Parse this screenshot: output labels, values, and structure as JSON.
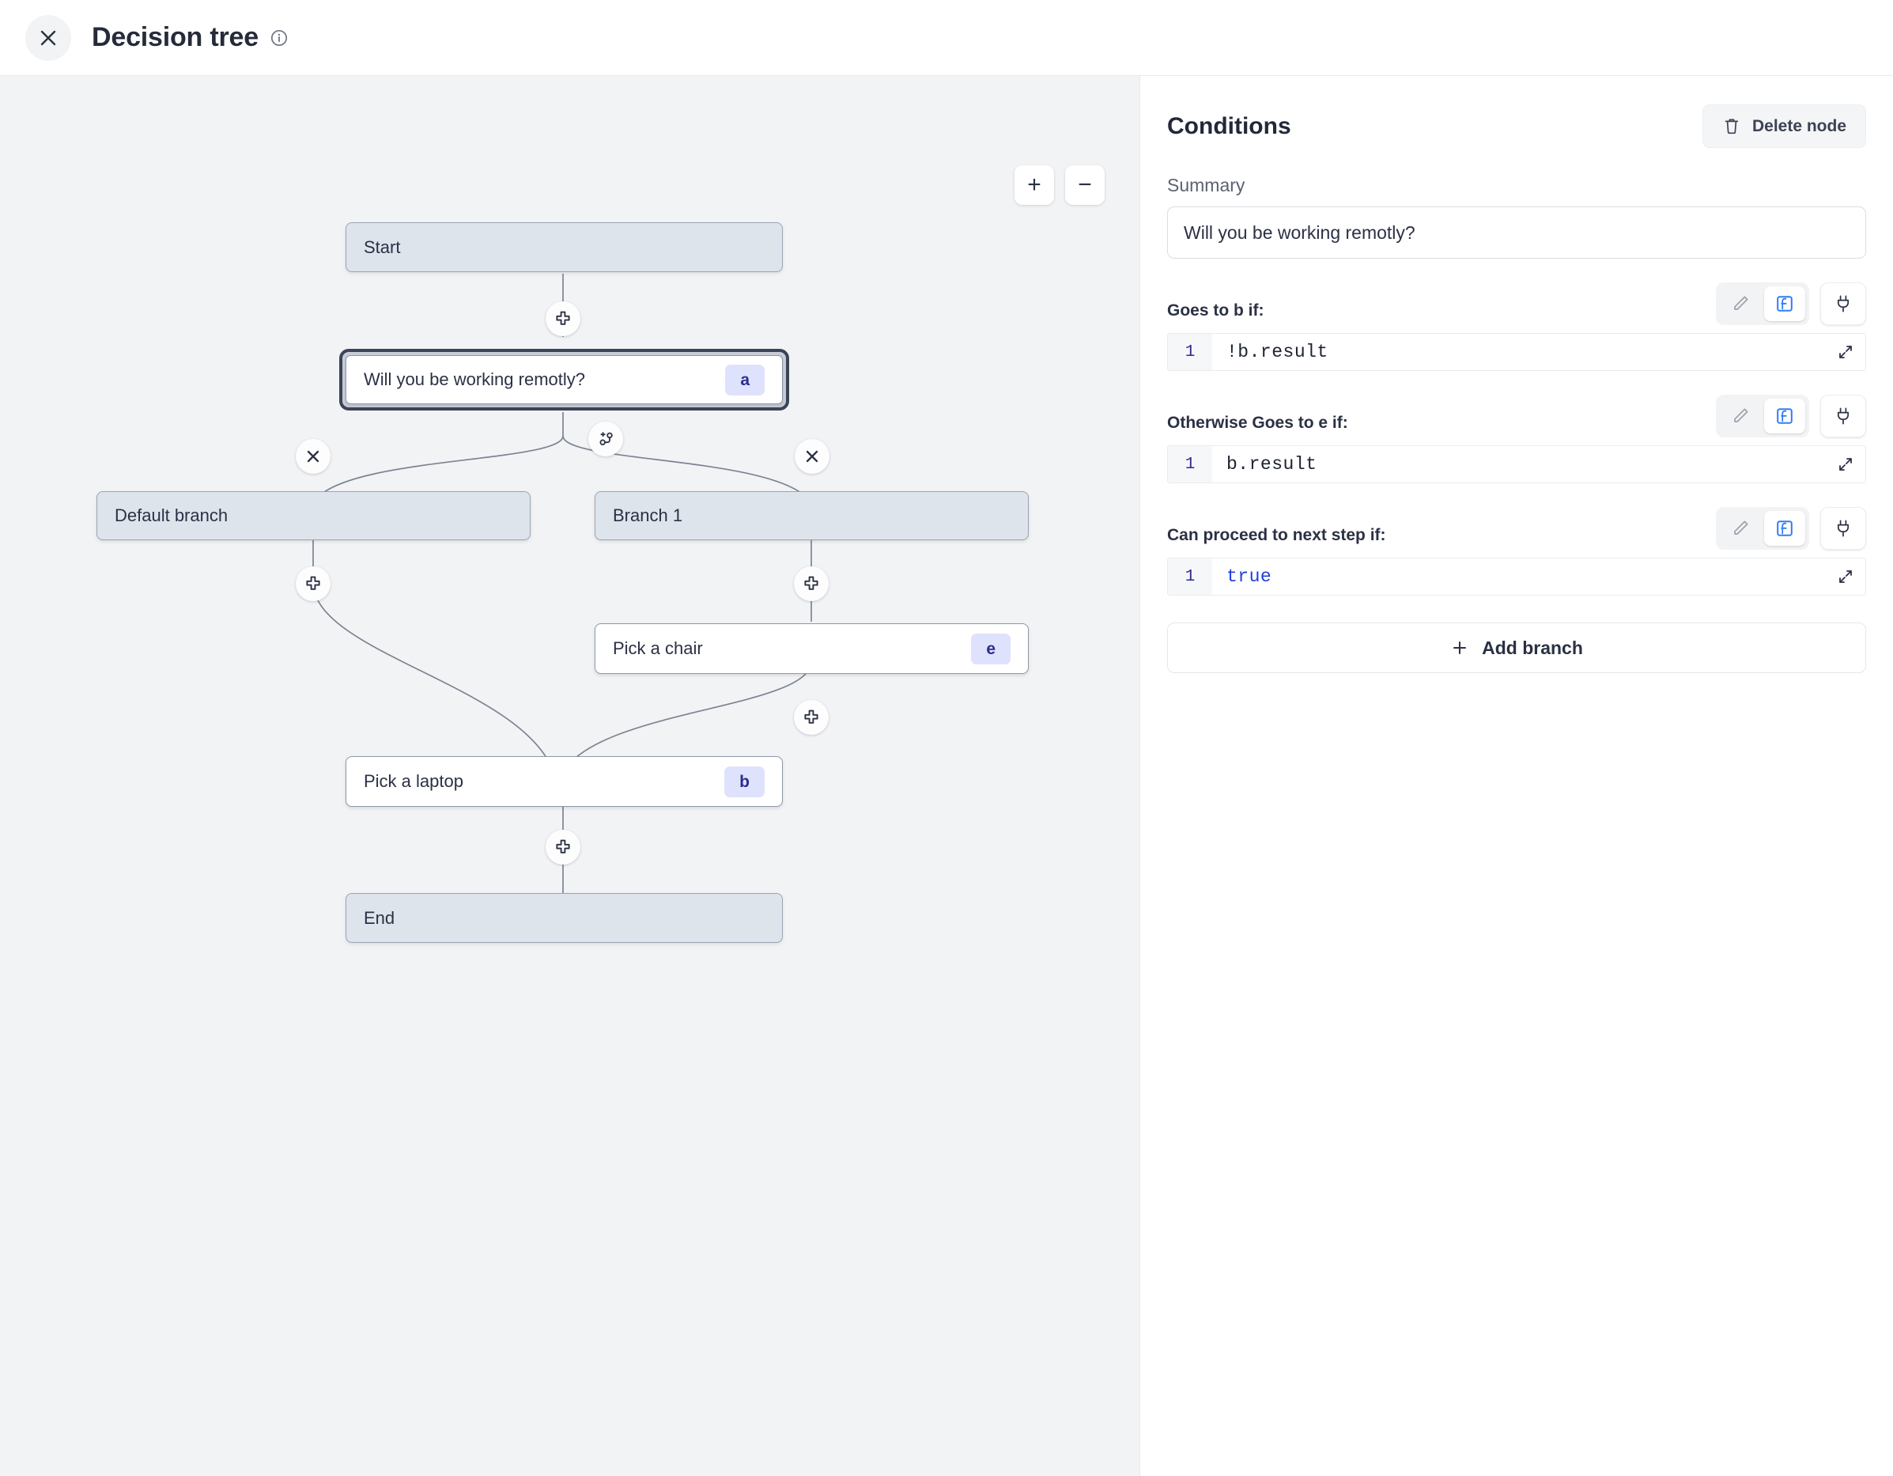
{
  "header": {
    "close_icon": "close-icon",
    "title": "Decision tree",
    "info_icon": "info-circle-icon"
  },
  "canvas": {
    "zoom_in_label": "+",
    "zoom_out_label": "−",
    "nodes": [
      {
        "id": "start",
        "label": "Start",
        "type": "terminal",
        "badge": ""
      },
      {
        "id": "a",
        "label": "Will you be working remotly?",
        "type": "step",
        "badge": "a",
        "selected": true
      },
      {
        "id": "def",
        "label": "Default branch",
        "type": "branch",
        "badge": ""
      },
      {
        "id": "br1",
        "label": "Branch 1",
        "type": "branch",
        "badge": ""
      },
      {
        "id": "e",
        "label": "Pick a chair",
        "type": "step",
        "badge": "e"
      },
      {
        "id": "b",
        "label": "Pick a laptop",
        "type": "step",
        "badge": "b"
      },
      {
        "id": "end",
        "label": "End",
        "type": "terminal",
        "badge": ""
      }
    ],
    "connectors": [
      {
        "name": "add-step-after-start",
        "icon": "plus-icon"
      },
      {
        "name": "add-branch",
        "icon": "branch-plus-icon"
      },
      {
        "name": "delete-default-branch",
        "icon": "close-icon"
      },
      {
        "name": "delete-branch-1",
        "icon": "close-icon"
      },
      {
        "name": "add-step-default-branch",
        "icon": "plus-icon"
      },
      {
        "name": "add-step-branch-1",
        "icon": "plus-icon"
      },
      {
        "name": "add-step-after-chair",
        "icon": "plus-icon"
      },
      {
        "name": "add-step-after-laptop",
        "icon": "plus-icon"
      }
    ]
  },
  "panel": {
    "title": "Conditions",
    "delete_node_label": "Delete node",
    "delete_icon": "trash-icon",
    "summary_label": "Summary",
    "summary_value": "Will you be working remotly?",
    "conditions": [
      {
        "label": "Goes to b if:",
        "line_no": "1",
        "code": "!b.result",
        "keyword": false
      },
      {
        "label": "Otherwise Goes to e if:",
        "line_no": "1",
        "code": "b.result",
        "keyword": false
      },
      {
        "label": "Can proceed to next step if:",
        "line_no": "1",
        "code": "true",
        "keyword": true
      }
    ],
    "mode_icons": {
      "edit": "pencil-icon",
      "expression": "function-icon",
      "connect": "plug-icon",
      "expand": "expand-icon"
    },
    "active_mode": "expression",
    "add_branch_label": "Add branch",
    "add_branch_icon": "plus-icon"
  },
  "colors": {
    "canvas_bg": "#f2f3f5",
    "terminal_node": "#dde4ec",
    "badge_bg": "#dfe2fc",
    "badge_text": "#2a2d8f",
    "accent_blue": "#2f7df6",
    "selected_border": "#3c4457"
  }
}
